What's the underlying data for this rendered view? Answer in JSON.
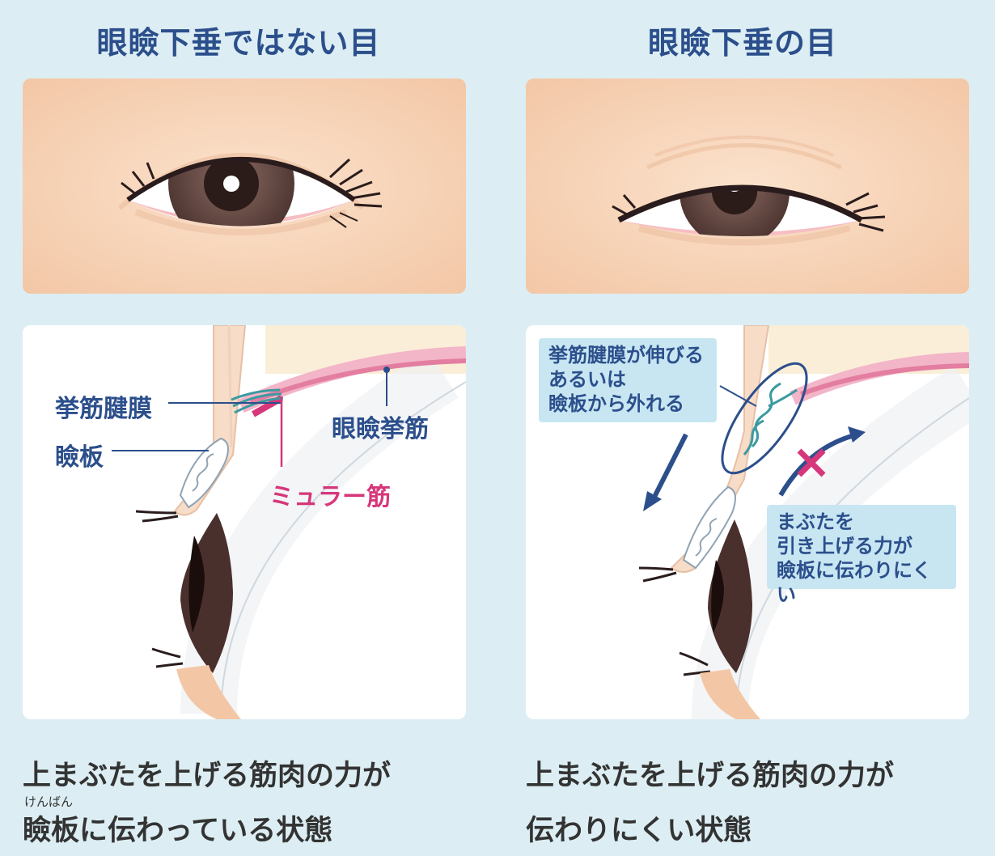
{
  "left": {
    "title": "眼瞼下垂ではない目",
    "labels": {
      "tendon": "挙筋腱膜",
      "tarsus": "瞼板",
      "levator": "眼瞼挙筋",
      "muller": "ミュラー筋"
    },
    "caption_line1": "上まぶたを上げる筋肉の力が",
    "caption_ruby": "けんばん",
    "caption_line2": "瞼板に伝わっている状態"
  },
  "right": {
    "title": "眼瞼下垂の目",
    "callout_top": [
      "挙筋腱膜が伸びる",
      "あるいは",
      "瞼板から外れる"
    ],
    "callout_bottom": [
      "まぶたを",
      "引き上げる力が",
      "瞼板に伝わりにくい"
    ],
    "caption_line1": "上まぶたを上げる筋肉の力が",
    "caption_line2": "伝わりにくい状態"
  },
  "colors": {
    "title_blue": "#2c4f8c",
    "muscle_pink": "#d6377a",
    "skin": "#f8d7bd",
    "iris": "#6e4f49",
    "callout_bg": "#c8e6f2"
  }
}
